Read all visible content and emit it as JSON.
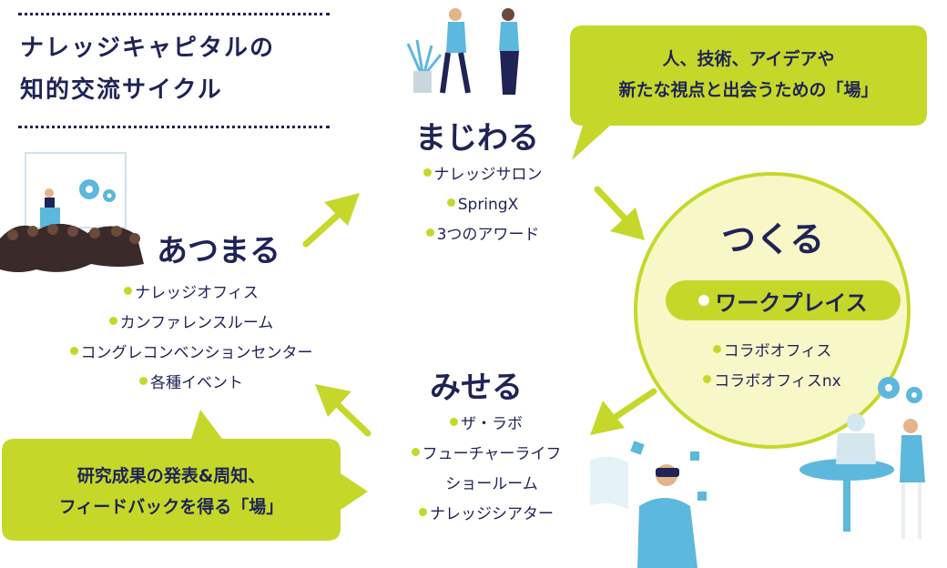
{
  "title": {
    "line1": "ナレッジキャピタルの",
    "line2": "知的交流サイクル"
  },
  "stages": {
    "majiwaru": {
      "label": "まじわる",
      "items": [
        "ナレッジサロン",
        "SpringX",
        "3つのアワード"
      ]
    },
    "tsukuru": {
      "label": "つくる",
      "highlight": "ワークプレイス",
      "items": [
        "コラボオフィス",
        "コラボオフィスnx"
      ]
    },
    "miseru": {
      "label": "みせる",
      "items": [
        "ザ・ラボ",
        "フューチャーライフ",
        "ショールーム",
        "ナレッジシアター"
      ]
    },
    "atsumaru": {
      "label": "あつまる",
      "items": [
        "ナレッジオフィス",
        "カンファレンスルーム",
        "コングレコンベンションセンター",
        "各種イベント"
      ]
    }
  },
  "callouts": {
    "top": {
      "line1": "人、技術、アイデアや",
      "line2": "新たな視点と出会うための「場」"
    },
    "bottom": {
      "line1": "研究成果の発表&周知、",
      "line2": "フィードバックを得る「場」"
    }
  },
  "colors": {
    "navy": "#1f2356",
    "lime": "#c5d82a",
    "pale_yellow": "#f8f7c8",
    "sky": "#5cb8dc"
  },
  "icons": [
    "gear-icon",
    "presenter-icon",
    "audience-icon",
    "people-talking-icon",
    "plant-icon",
    "robot-icon",
    "vr-person-icon"
  ]
}
